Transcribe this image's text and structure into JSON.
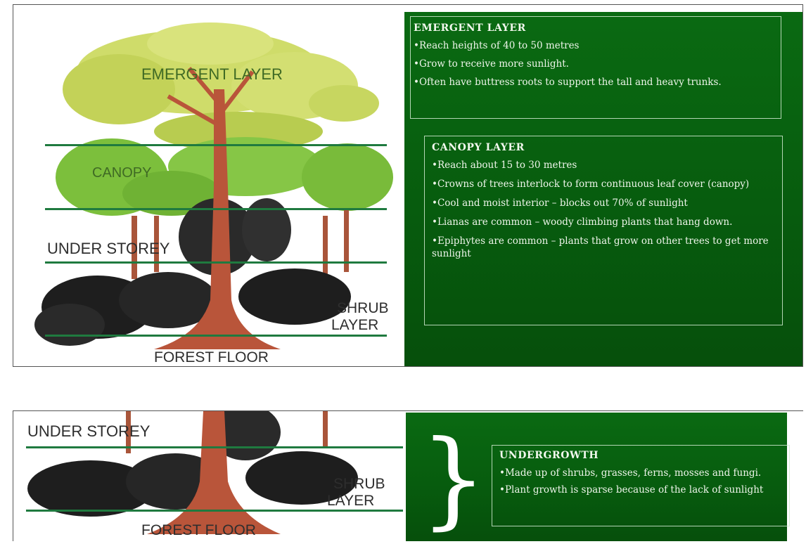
{
  "top_panel": {
    "labels": {
      "emergent": "EMERGENT LAYER",
      "canopy": "CANOPY",
      "understorey": "UNDER STOREY",
      "shrub": "SHRUB",
      "shrub_layer": "LAYER",
      "floor": "FOREST FLOOR"
    },
    "emergent_box": {
      "title": "EMERGENT LAYER",
      "points": [
        "Reach heights of 40 to 50 metres",
        "Grow to receive more sunlight.",
        "Often have buttress roots to support the tall and heavy trunks."
      ]
    },
    "canopy_box": {
      "title": "CANOPY LAYER",
      "points": [
        "Reach about 15 to 30 metres",
        "Crowns of trees interlock to form continuous leaf cover (canopy)",
        "Cool and moist interior – blocks out 70% of sunlight",
        "Lianas are common – woody climbing plants that hang down.",
        "Epiphytes are common – plants that grow on other trees to get more sunlight"
      ]
    }
  },
  "bottom_panel": {
    "labels": {
      "understorey": "UNDER STOREY",
      "shrub": "SHRUB",
      "shrub_layer": "LAYER",
      "floor": "FOREST FLOOR"
    },
    "undergrowth_box": {
      "title": "UNDERGROWTH",
      "points": [
        "Made up of shrubs, grasses, ferns, mosses and fungi.",
        "Plant growth is sparse because of the lack of sunlight"
      ]
    },
    "brace": "}"
  },
  "colors": {
    "panel_green": "#075c0e",
    "layer_line": "#1f7a3f",
    "emergent_foliage": "#c9d862",
    "canopy_foliage": "#7bbf3a",
    "trunk": "#b9553a",
    "undergrowth": "#1e1e1e"
  }
}
